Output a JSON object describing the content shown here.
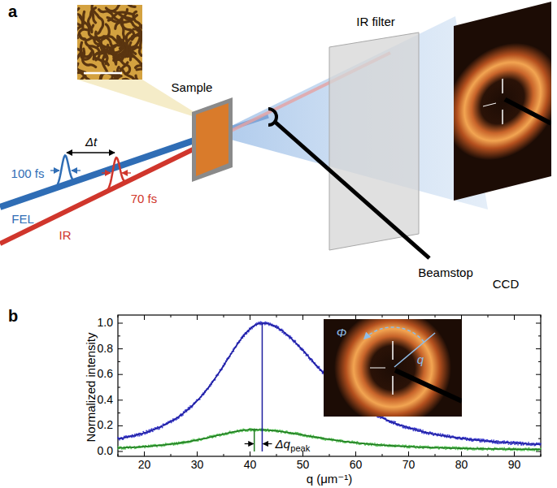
{
  "diagram": {
    "labels": [
      "a",
      "IR filter",
      "Sample",
      "CCD",
      "Δt",
      "100 fs",
      "70 fs",
      "FEL",
      "IR",
      "Beamstop",
      "b",
      "1.0",
      "0.8",
      "0.6",
      "0.4",
      "0.2",
      "0.0",
      "Normalized intensity",
      "Φ",
      "q",
      "Δq",
      "peak",
      "20",
      "30",
      "40",
      "50",
      "60",
      "70",
      "80",
      "90",
      "q (μm⁻¹)"
    ]
  }
}
